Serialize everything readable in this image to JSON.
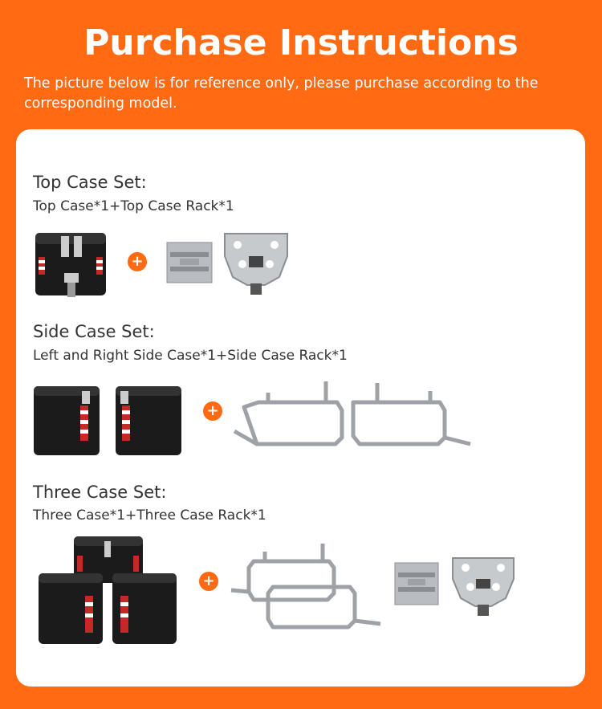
{
  "header": {
    "title": "Purchase Instructions",
    "subtitle": "The picture below is for reference only, please purchase according to the corresponding model."
  },
  "sections": [
    {
      "title": "Top Case Set:",
      "desc": "Top Case*1+Top Case Rack*1"
    },
    {
      "title": "Side Case Set:",
      "desc": "Left and Right Side Case*1+Side Case Rack*1"
    },
    {
      "title": "Three Case Set:",
      "desc": "Three Case*1+Three Case Rack*1"
    }
  ],
  "plus_symbol": "+",
  "colors": {
    "accent": "#ff6a12",
    "case_black": "#1b1b1b",
    "metal": "#b9bcc0"
  }
}
